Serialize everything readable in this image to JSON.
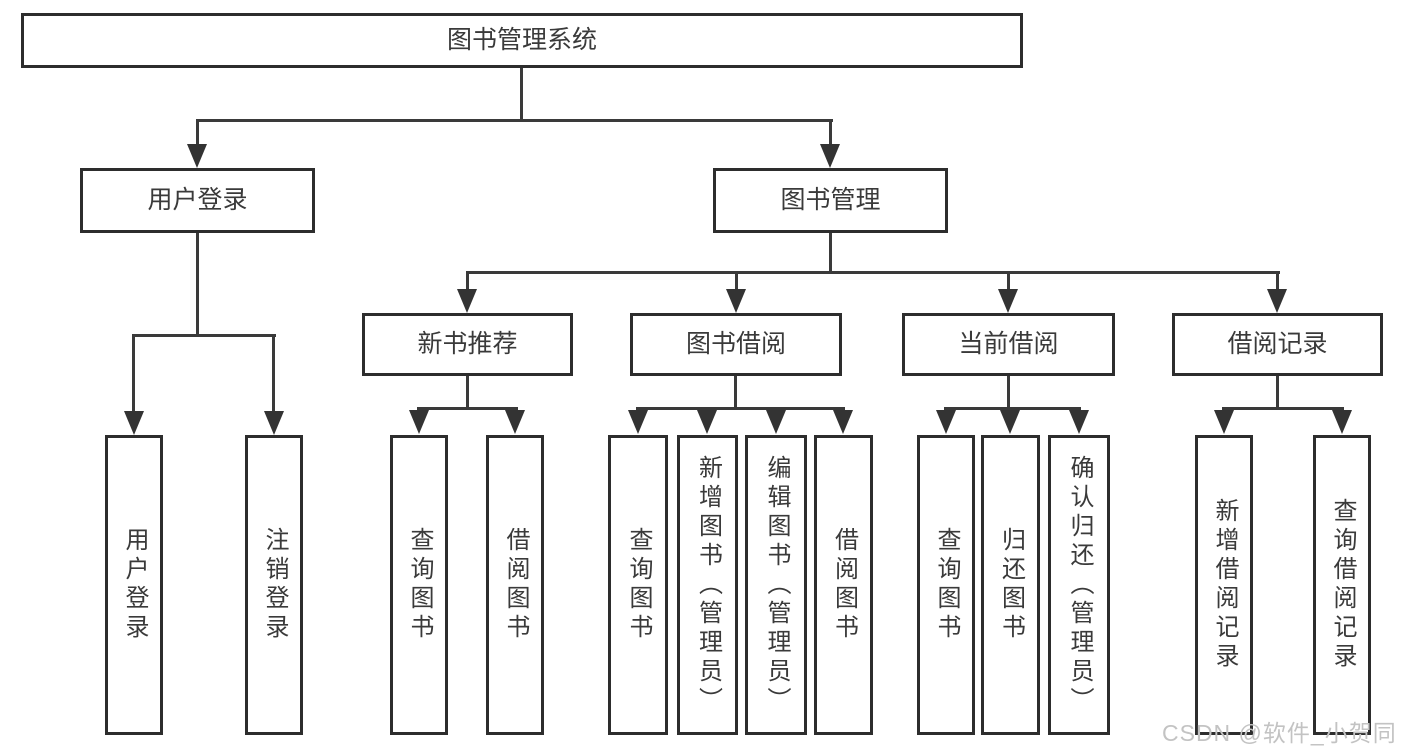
{
  "colors": {
    "line": "#3a3a3a",
    "box_border": "#2d2d2d",
    "box_background": "#ffffff",
    "text": "#3a3a3a",
    "watermark": "#c3c3c3",
    "page_background": "#ffffff"
  },
  "diagram": {
    "root": {
      "label": "图书管理系统"
    },
    "level1": [
      {
        "label": "用户登录"
      },
      {
        "label": "图书管理"
      }
    ],
    "level2": [
      {
        "label": "新书推荐"
      },
      {
        "label": "图书借阅"
      },
      {
        "label": "当前借阅"
      },
      {
        "label": "借阅记录"
      }
    ],
    "leaves": [
      {
        "label": "用户登录"
      },
      {
        "label": "注销登录"
      },
      {
        "label": "查询图书"
      },
      {
        "label": "借阅图书"
      },
      {
        "label": "查询图书"
      },
      {
        "label": "新增图书（管理员）"
      },
      {
        "label": "编辑图书（管理员）"
      },
      {
        "label": "借阅图书"
      },
      {
        "label": "查询图书"
      },
      {
        "label": "归还图书"
      },
      {
        "label": "确认归还（管理员）"
      },
      {
        "label": "新增借阅记录"
      },
      {
        "label": "查询借阅记录"
      }
    ]
  },
  "watermark": {
    "text": "CSDN @软件_小贺同学"
  }
}
